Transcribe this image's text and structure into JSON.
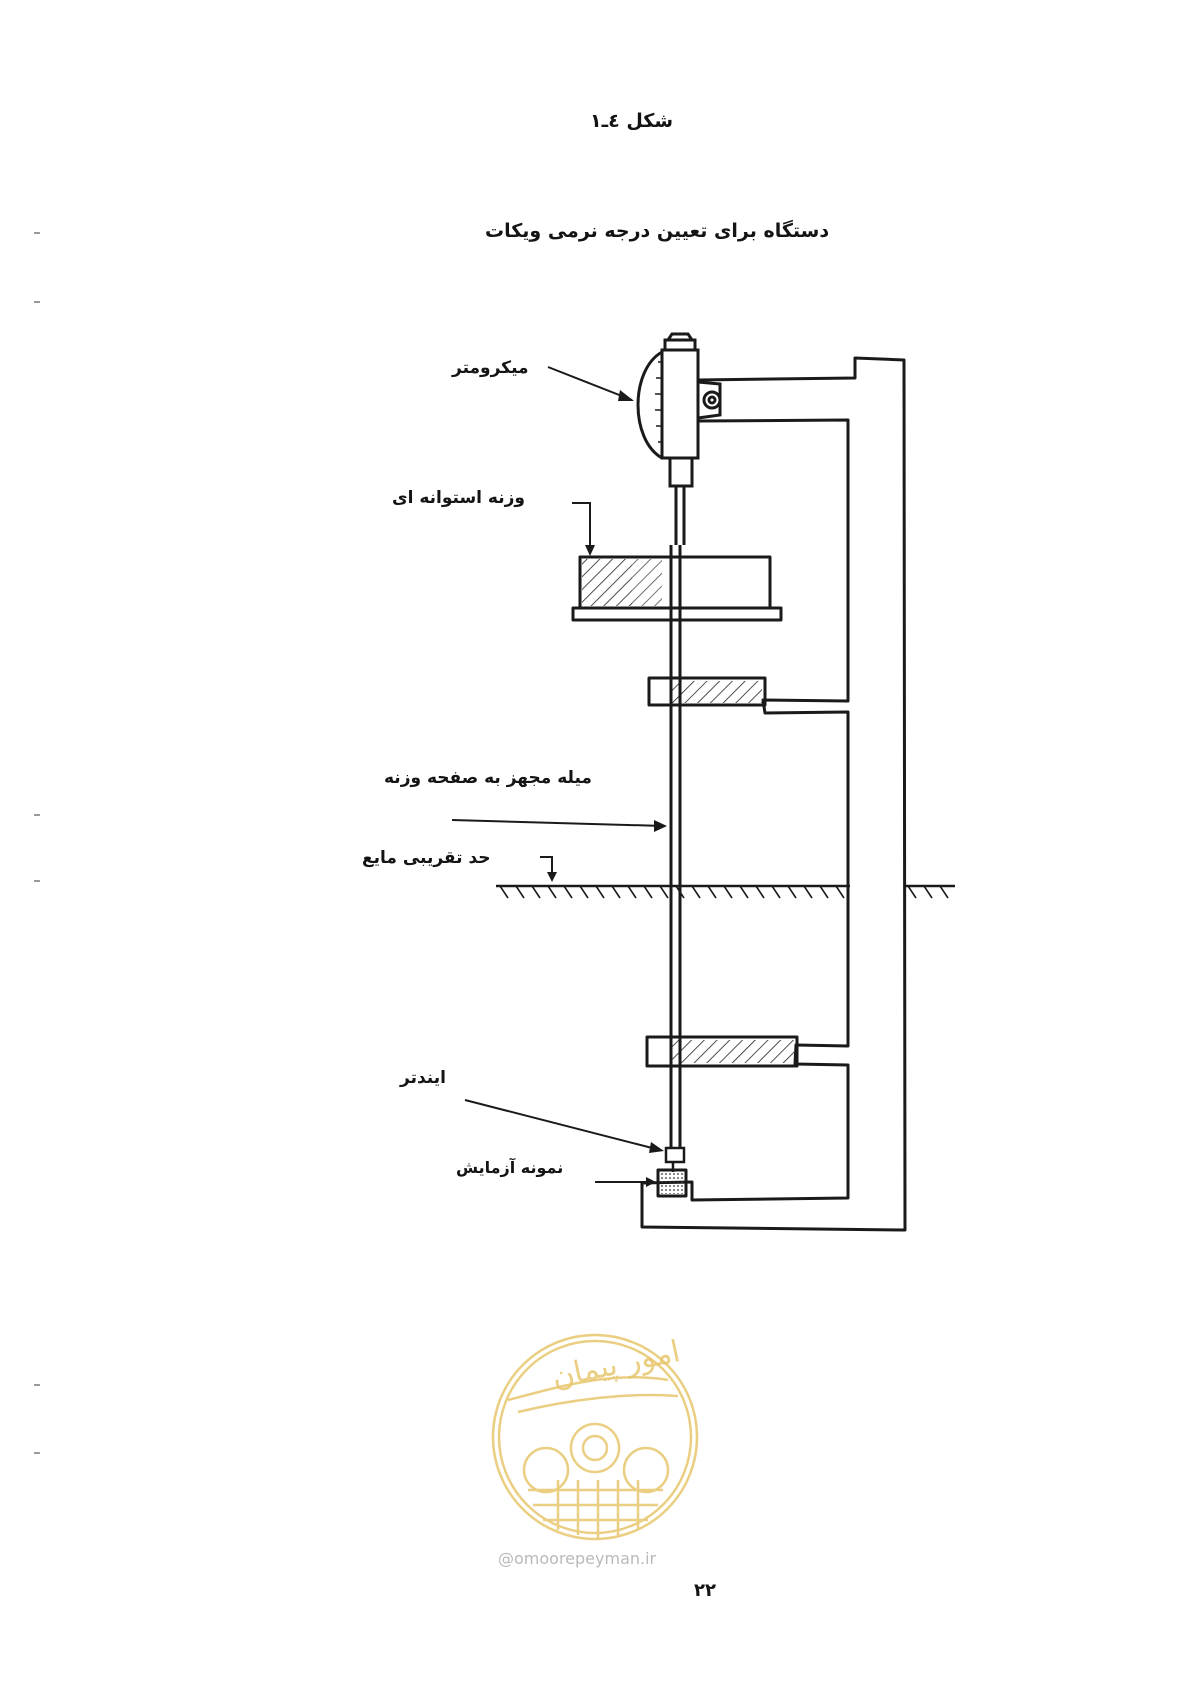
{
  "figure": {
    "title": "شکل ٤ـ١",
    "caption": "دستگاه برای تعیین درجه نرمی ویکات"
  },
  "labels": {
    "micrometer": "میکرومتر",
    "cylindrical_weight": "وزنه استوانه ای",
    "rod": "میله مجهز به صفحه وزنه",
    "liquid_level": "حد تقریبی مایع",
    "indenter": "ایندتر",
    "test_sample": "نمونه آزمایش"
  },
  "watermark": {
    "url": "@omoorepeyman.ir",
    "logo_text": "امور پیمان"
  },
  "page_number": "٢٢",
  "colors": {
    "ink": "#141414",
    "watermark": "#e7c66d",
    "watermark_text": "#b9b9b9"
  }
}
